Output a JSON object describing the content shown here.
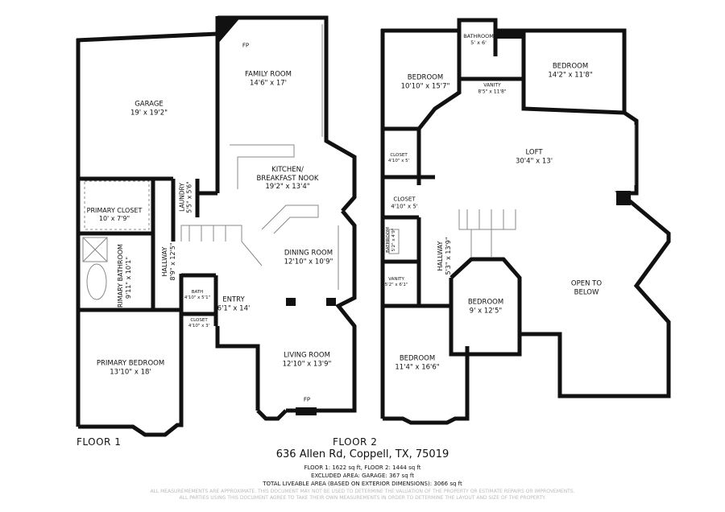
{
  "floor1": {
    "label": "FLOOR 1",
    "rooms": [
      {
        "name": "FAMILY ROOM",
        "dims": "14'6\" x 17'"
      },
      {
        "name": "GARAGE",
        "dims": "19' x 19'2\""
      },
      {
        "name": "KITCHEN/ BREAKFAST NOOK",
        "dims": "19'2\" x 13'4\""
      },
      {
        "name": "LAUNDRY",
        "dims": "5'5\" x 5'6\""
      },
      {
        "name": "PRIMARY CLOSET",
        "dims": "10' x 7'9\""
      },
      {
        "name": "HALLWAY",
        "dims": "8'9\" x 12'5\""
      },
      {
        "name": "PRIMARY BATHROOM",
        "dims": "9'11\" x 10'1\""
      },
      {
        "name": "DINING ROOM",
        "dims": "12'10\" x 10'9\""
      },
      {
        "name": "BATH",
        "dims": "4'10\" x 5'1\""
      },
      {
        "name": "ENTRY",
        "dims": "6'1\" x 14'"
      },
      {
        "name": "CLOSET",
        "dims": "4'10\" x 3'"
      },
      {
        "name": "PRIMARY BEDROOM",
        "dims": "13'10\" x 18'"
      },
      {
        "name": "LIVING ROOM",
        "dims": "12'10\" x 13'9\""
      }
    ],
    "fireplaces": [
      "FP",
      "FP"
    ]
  },
  "floor2": {
    "label": "FLOOR 2",
    "rooms": [
      {
        "name": "BATHROOM",
        "dims": "5' x 6'"
      },
      {
        "name": "BEDROOM",
        "dims": "10'10\" x 15'7\""
      },
      {
        "name": "VANITY",
        "dims": "8'5\" x 11'8\""
      },
      {
        "name": "BEDROOM",
        "dims": "14'2\" x 11'8\""
      },
      {
        "name": "CLOSET",
        "dims": "4'10\" x 5'"
      },
      {
        "name": "LOFT",
        "dims": "30'4\" x 13'"
      },
      {
        "name": "CLOSET",
        "dims": "4'10\" x 5'"
      },
      {
        "name": "BATHROOM",
        "dims": "5'2\" x 4'9\""
      },
      {
        "name": "HALLWAY",
        "dims": "5'3\" x 13'9\""
      },
      {
        "name": "VANITY",
        "dims": "5'2\" x 6'1\""
      },
      {
        "name": "OPEN TO BELOW",
        "dims": ""
      },
      {
        "name": "BEDROOM",
        "dims": "9' x 12'5\""
      },
      {
        "name": "BEDROOM",
        "dims": "11'4\" x 16'6\""
      }
    ]
  },
  "footer": {
    "address": "636 Allen Rd, Coppell, TX, 75019",
    "floor_areas": "FLOOR 1: 1622 sq ft, FLOOR 2: 1444 sq ft",
    "excluded": "EXCLUDED AREA: GARAGE: 367 sq ft",
    "total": "TOTAL LIVEABLE AREA (BASED ON EXTERIOR DIMENSIONS): 3066 sq ft",
    "disclaimer_1": "ALL MEASUREMEMENTS ARE APPROXIMATE. THIS DOCUMENT MAY NOT BE USED TO DETERMINE THE VALUATION OF THE PROPERTY OR ESTIMATE REPAIRS OR IMPROVEMENTS.",
    "disclaimer_2": "ALL PARTIES USING THIS DOCUMENT AGREE TO TAKE THEIR OWN MEASUREMENTS IN ORDER TO DETERMINE THE LAYOUT AND SIZE OF THE PROPERTY."
  },
  "colors": {
    "wall": "#111111",
    "thin_line": "#888888",
    "disclaimer": "#bbbbbb"
  }
}
